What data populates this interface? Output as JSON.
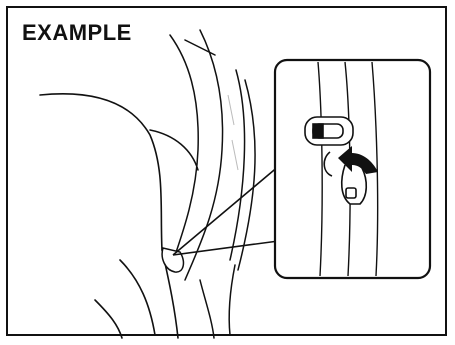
{
  "figure": {
    "label": "EXAMPLE",
    "icons": {
      "seat": "seat-back-shape",
      "belt": "seat-belt-strap",
      "zoom": "zoom-callout",
      "clip": "belt-anchor-adjuster",
      "arrow": "push-arrow"
    }
  }
}
